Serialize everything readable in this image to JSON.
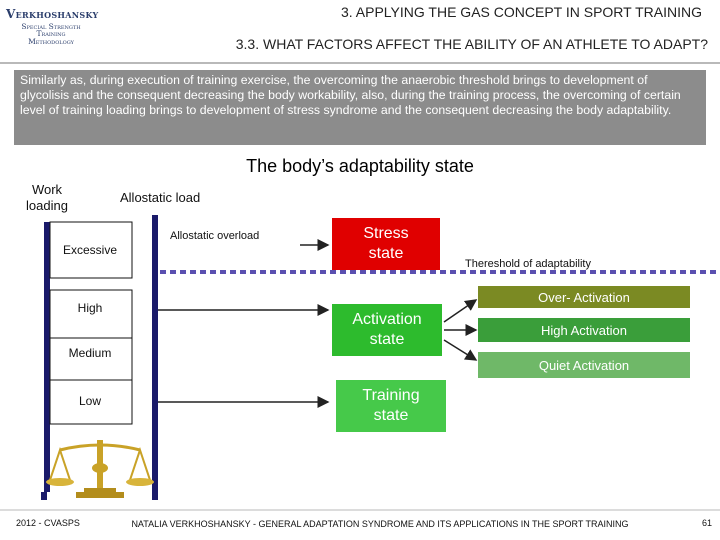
{
  "logo": {
    "line1": "Verkhoshansky",
    "line2": "Special Strength Training",
    "line3": "Methodology"
  },
  "header": {
    "title": "3. APPLYING THE GAS CONCEPT IN SPORT TRAINING",
    "subtitle": "3.3. WHAT FACTORS AFFECT THE ABILITY OF AN ATHLETE TO ADAPT?"
  },
  "textbox": "Similarly as, during execution of training exercise, the overcoming the anaerobic threshold brings to development of glycolisis and the consequent decreasing the body workability, also, during the training process, the overcoming of certain level of training loading brings to development of stress syndrome and the consequent decreasing the body adaptability.",
  "diagram": {
    "title": "The body’s adaptability state",
    "work_loading": "Work loading",
    "allostatic_load": "Allostatic load",
    "allostatic_overload": "Allostatic overload",
    "levels": [
      "Excessive",
      "High",
      "Medium",
      "Low"
    ],
    "stress_state": "Stress state",
    "activation_state": "Activation state",
    "training_state": "Training state",
    "threshold": "Thereshold of adaptability",
    "activations": [
      "Over- Activation",
      "High Activation",
      "Quiet Activation"
    ],
    "colors": {
      "stress": "#e00000",
      "activation": "#2dbb2d",
      "training": "#46c94a",
      "over_activation": "#7b8a23",
      "high_activation": "#3a9e3a",
      "quiet_activation": "#6fb868",
      "dashed_line": "#5a4fb0",
      "axis_bar": "#1a1a6a"
    }
  },
  "footer": {
    "left": "2012 - CVASPS",
    "center": "NATALIA VERKHOSHANSKY - GENERAL ADAPTATION SYNDROME AND ITS APPLICATIONS IN THE SPORT TRAINING",
    "page": "61"
  }
}
